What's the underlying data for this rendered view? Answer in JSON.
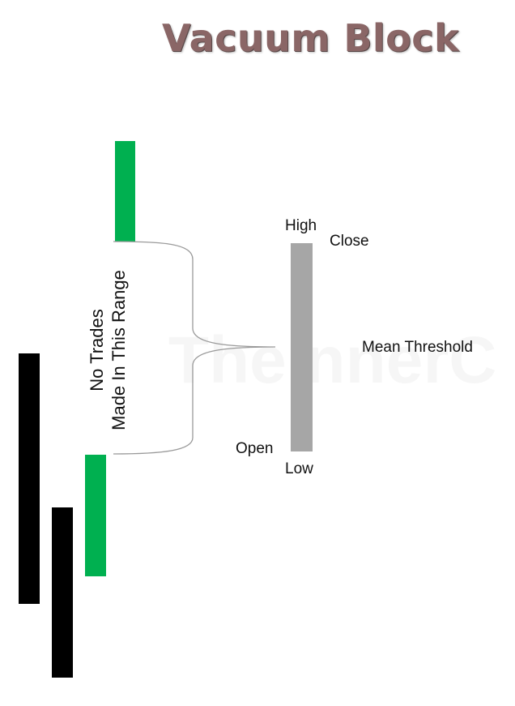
{
  "title": "Vacuum Block",
  "range_label": {
    "line1": "No Trades",
    "line2": "Made In This Range"
  },
  "candle_labels": {
    "high": "High",
    "close": "Close",
    "mean_threshold": "Mean Threshold",
    "open": "Open",
    "low": "Low"
  },
  "watermark": "TheInnerC",
  "colors": {
    "title": "#8a6666",
    "bullish": "#00b050",
    "bearish": "#000000",
    "vacuum_candle": "#a6a6a6"
  }
}
